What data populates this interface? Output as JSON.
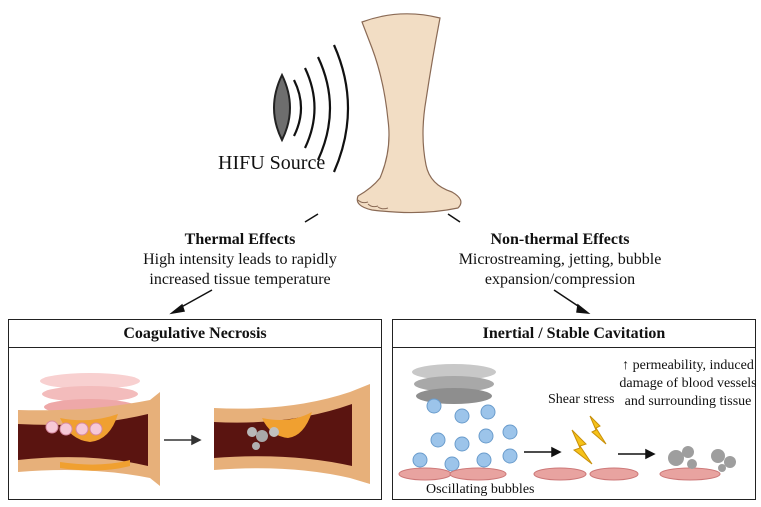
{
  "source": {
    "label": "HIFU Source"
  },
  "thermal": {
    "title": "Thermal Effects",
    "line1": "High intensity leads to rapidly",
    "line2": "increased tissue temperature"
  },
  "nonthermal": {
    "title": "Non-thermal Effects",
    "line1": "Microstreaming, jetting, bubble",
    "line2": "expansion/compression"
  },
  "panel_left": {
    "title": "Coagulative Necrosis"
  },
  "panel_right": {
    "title": "Inertial / Stable Cavitation",
    "shear_label": "Shear stress",
    "permeability_label": "↑ permeability, induced damage of blood vessels and surrounding tissue",
    "bubbles_label": "Oscillating bubbles"
  },
  "colors": {
    "vessel_wall": "#e7b07a",
    "vessel_lumen": "#5a1410",
    "plaque": "#f0a030",
    "bubble": "#9cc4ea",
    "cell": "#e8a3a0",
    "lightning": "#f6c219",
    "heat": "#f3b5b5"
  }
}
